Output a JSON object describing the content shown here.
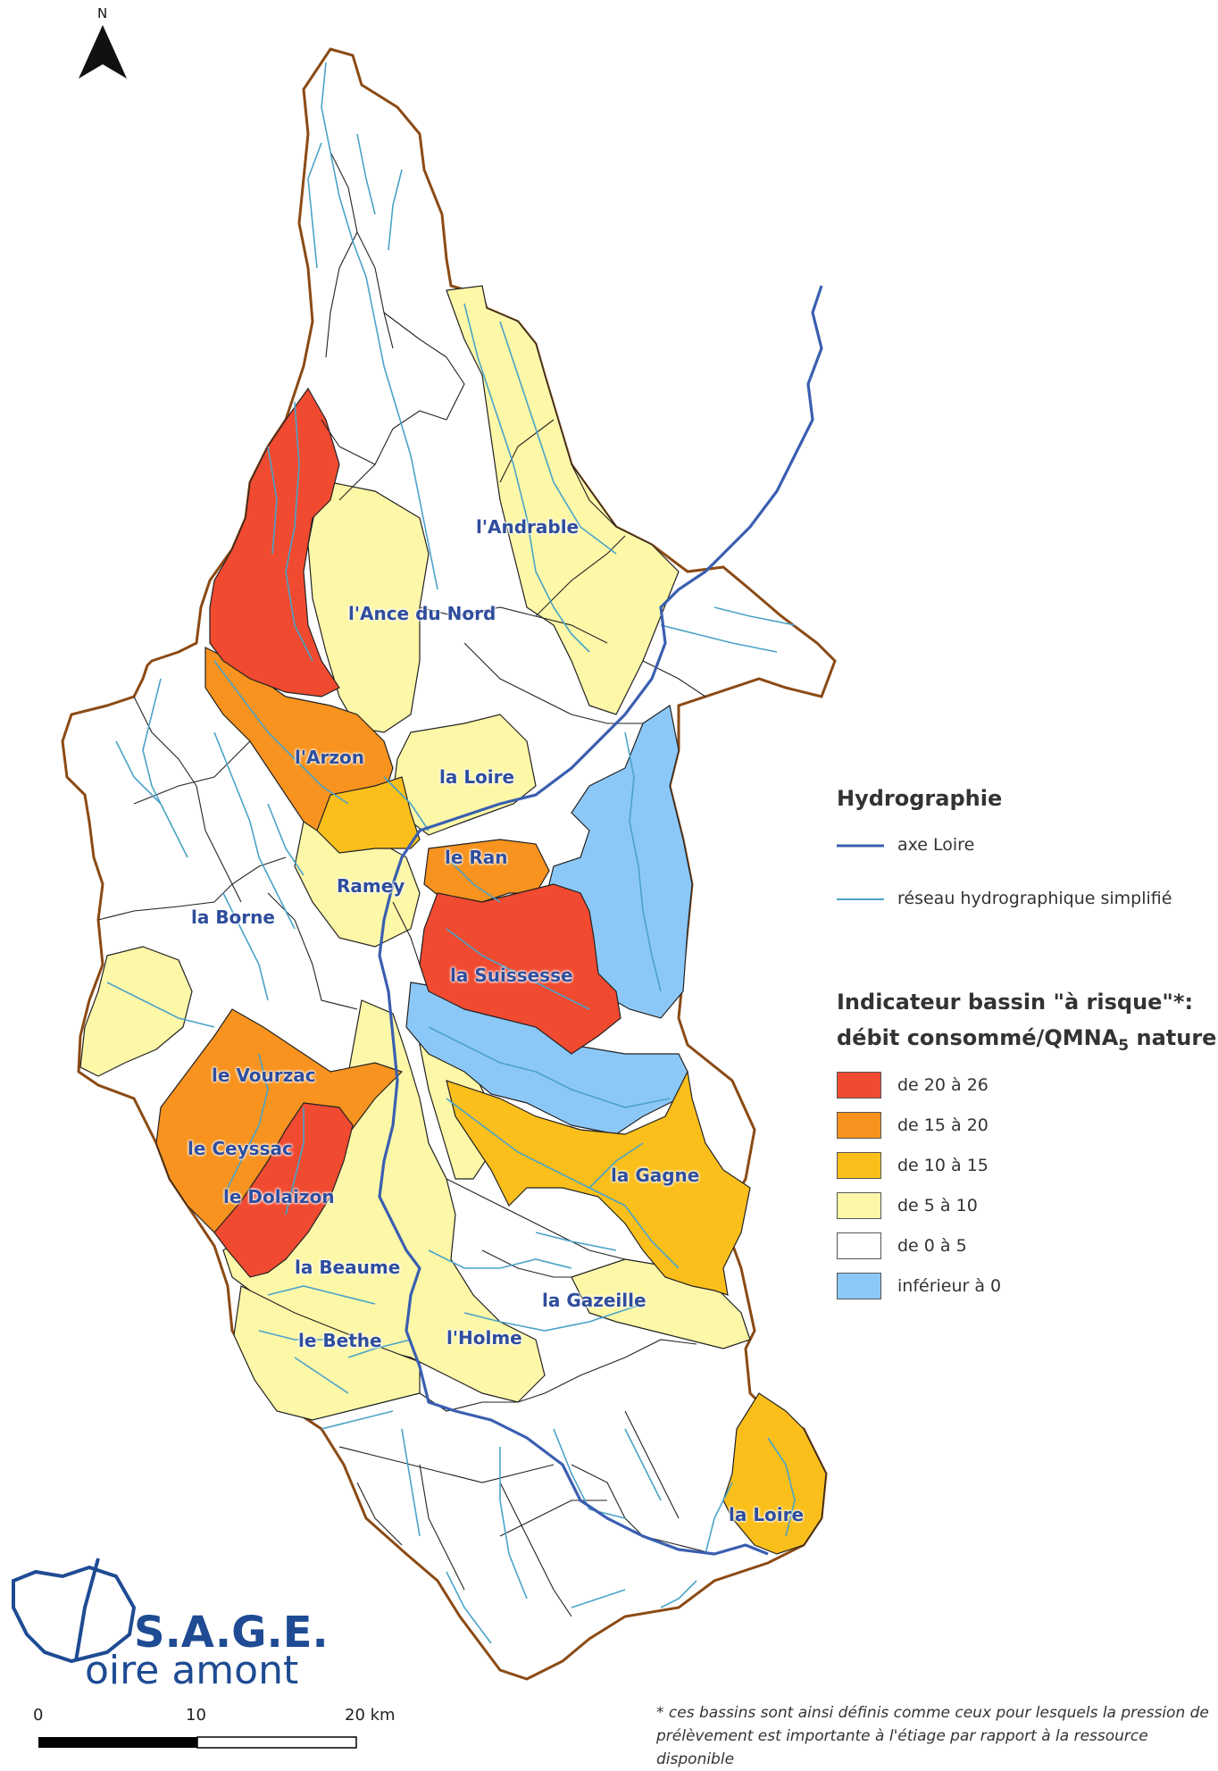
{
  "north_label": "N",
  "basin_labels": [
    "l'Andrable",
    "l'Ance du Nord",
    "l'Arzon",
    "la Loire",
    "le Ran",
    "Ramey",
    "la Borne",
    "la Suissesse",
    "le Vourzac",
    "le Ceyssac",
    "le Dolaizon",
    "la Gagne",
    "la Beaume",
    "la Gazeille",
    "le Bethe",
    "l'Holme",
    "la Loire"
  ],
  "legend": {
    "hydro_title": "Hydrographie",
    "hydro_items": [
      {
        "label": "axe Loire",
        "color": "#3a5fb0"
      },
      {
        "label": "réseau hydrographique simplifié",
        "color": "#4aa3c8"
      }
    ],
    "indicator_title_line1": "Indicateur bassin \"à risque\"*:",
    "indicator_title_line2_pre": "débit consommé/QMNA",
    "indicator_title_sub": "5",
    "indicator_title_line2_post": " naturel",
    "classes": [
      {
        "label": "de 20 à 26",
        "color": "#f04a30"
      },
      {
        "label": "de 15 à 20",
        "color": "#f7931e"
      },
      {
        "label": "de 10 à 15",
        "color": "#fbbf1b"
      },
      {
        "label": "de 5 à 10",
        "color": "#fdf7a8"
      },
      {
        "label": "de 0 à 5",
        "color": "#ffffff"
      },
      {
        "label": "inférieur à 0",
        "color": "#8cc8f7"
      }
    ]
  },
  "scale": {
    "ticks": [
      "0",
      "10",
      "20 km"
    ]
  },
  "logo": {
    "line1": "S.A.G.E.",
    "line2": "oire amont"
  },
  "footnote": "* ces bassins sont ainsi définis comme ceux pour lesquels la pression de prélèvement est importante à l'étiage par rapport à la ressource disponible",
  "colors": {
    "boundary": "#8b4a14",
    "loire_axis": "#3a5fb0",
    "streams": "#4aa3c8",
    "label": "#2f4d9c"
  }
}
